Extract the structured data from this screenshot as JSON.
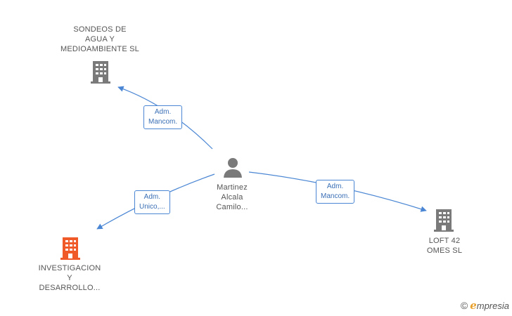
{
  "nodes": {
    "sondeos": {
      "lines": [
        "SONDEOS DE",
        "AGUA Y",
        "MEDIOAMBIENTE SL"
      ],
      "color": "#7a7a7a"
    },
    "investigacion": {
      "lines": [
        "INVESTIGACION",
        "Y",
        "DESARROLLO..."
      ],
      "color": "#f05a28"
    },
    "loft": {
      "lines": [
        "LOFT 42",
        "OMES SL"
      ],
      "color": "#7a7a7a"
    },
    "person": {
      "lines": [
        "Martinez",
        "Alcala",
        "Camilo..."
      ],
      "color": "#7a7a7a"
    }
  },
  "edges": {
    "to_sondeos": {
      "lines": [
        "Adm.",
        "Mancom."
      ]
    },
    "to_investigacion": {
      "lines": [
        "Adm.",
        "Unico,..."
      ]
    },
    "to_loft": {
      "lines": [
        "Adm.",
        "Mancom."
      ]
    }
  },
  "colors": {
    "edge": "#4a86d4"
  },
  "watermark": {
    "copyright": "©",
    "brand_initial": "e",
    "brand_rest": "mpresia"
  }
}
